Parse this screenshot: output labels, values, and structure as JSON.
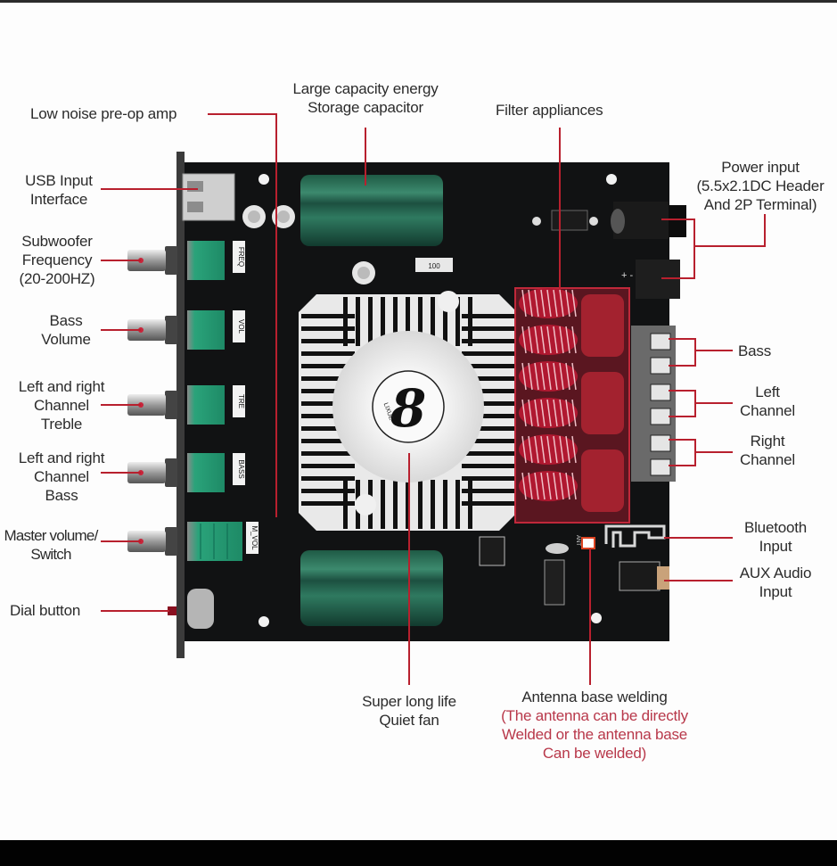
{
  "diagram": {
    "subject": "Bluetooth amplifier board component callouts",
    "brand_logo_text": "LIXUE",
    "fan_logo_glyph": "8",
    "silkscreen": {
      "pot_labels": [
        "FREQ",
        "VOL",
        "TRE",
        "BASS",
        "M_VOL"
      ],
      "resistor_value": "100",
      "terminal_polarity": "+ -",
      "antenna_label": "ANT"
    },
    "accent_color": "#b8202e",
    "note_color": "#b8384a"
  },
  "labels": {
    "preamp": "Low noise pre-op amp",
    "usb_line1": "USB Input",
    "usb_line2": "Interface",
    "sub_line1": "Subwoofer",
    "sub_line2": "Frequency",
    "sub_line3": "(20-200HZ)",
    "bassvol_line1": "Bass",
    "bassvol_line2": "Volume",
    "treble_line1": "Left and right",
    "treble_line2": "Channel",
    "treble_line3": "Treble",
    "lrbass_line1": "Left and right",
    "lrbass_line2": "Channel",
    "lrbass_line3": "Bass",
    "master_line1": "Master volume/",
    "master_line2": "Switch",
    "dial": "Dial button",
    "cap_line1": "Large capacity energy",
    "cap_line2": "Storage capacitor",
    "filter": "Filter appliances",
    "power_line1": "Power input",
    "power_line2": "(5.5x2.1DC Header",
    "power_line3": "And 2P Terminal)",
    "out_bass": "Bass",
    "out_left_line1": "Left",
    "out_left_line2": "Channel",
    "out_right_line1": "Right",
    "out_right_line2": "Channel",
    "bt_line1": "Bluetooth",
    "bt_line2": "Input",
    "aux_line1": "AUX Audio",
    "aux_line2": "Input",
    "fan_line1": "Super long life",
    "fan_line2": "Quiet fan",
    "ant_line1": "Antenna base welding",
    "ant_note1": "(The antenna can be directly",
    "ant_note2": "Welded or the antenna base",
    "ant_note3": "Can be welded)"
  }
}
